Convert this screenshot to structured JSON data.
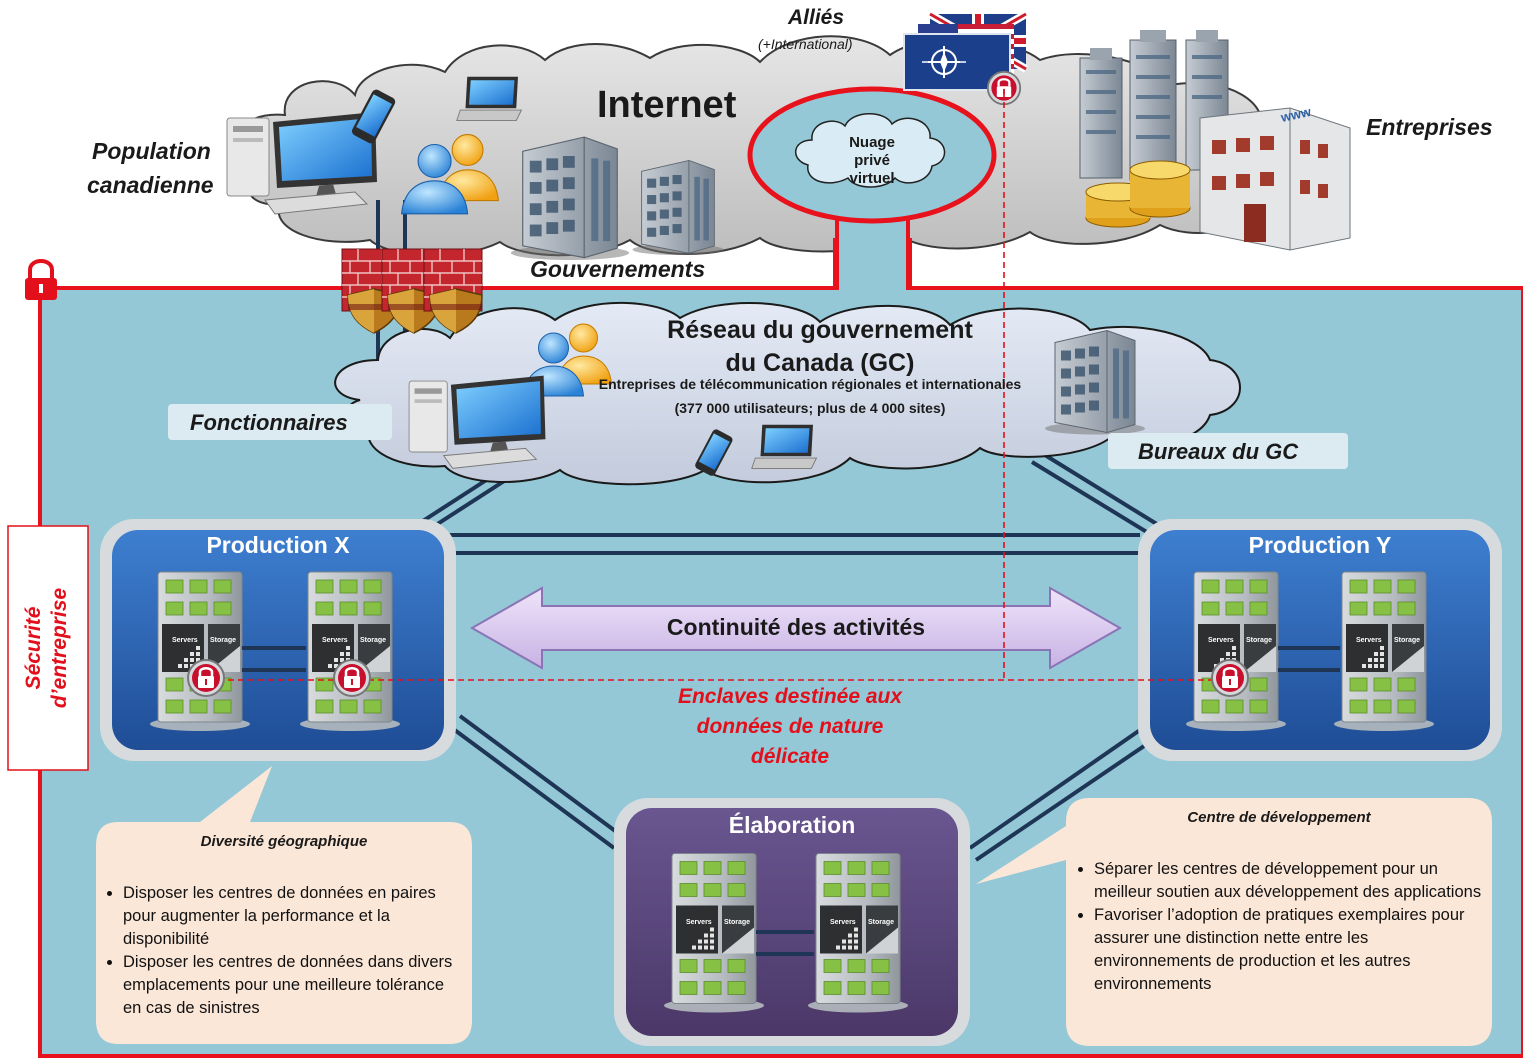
{
  "internet": {
    "title": "Internet",
    "allies": "Alliés",
    "allies_sub": "(+International)",
    "population": [
      "Population",
      "canadienne"
    ],
    "governments": "Gouvernements",
    "enterprises": "Entreprises",
    "vpc": [
      "Nuage",
      "privé",
      "virtuel"
    ]
  },
  "gc_network": {
    "title": [
      "Réseau du gouvernement",
      "du Canada (GC)"
    ],
    "telecom": "Entreprises de télécommunication régionales et internationales",
    "stats": "(377 000 utilisateurs; plus de 4 000 sites)",
    "public_servants": "Fonctionnaires",
    "gc_offices": "Bureaux du GC"
  },
  "security_label": [
    "Sécurité",
    "d’entreprise"
  ],
  "production_x": {
    "title": "Production X"
  },
  "production_y": {
    "title": "Production Y"
  },
  "development": {
    "title": "Élaboration"
  },
  "continuity": "Continuité des activités",
  "enclaves": [
    "Enclaves destinée aux",
    "données de nature",
    "délicate"
  ],
  "server_labels": {
    "servers": "Servers",
    "storage": "Storage"
  },
  "website_sign": "www",
  "callout_geo": {
    "title": "Diversité géographique",
    "bullets": [
      "Disposer les centres de données en paires pour augmenter la performance et la disponibilité",
      "Disposer les centres de données dans divers emplacements pour une meilleure tolérance en cas de sinistres"
    ]
  },
  "callout_dev": {
    "title": "Centre de développement",
    "bullets": [
      "Séparer les centres de développement pour un meilleur soutien aux développement des applications",
      "Favoriser l’adoption de pratiques exemplaires pour assurer une distinction nette entre les environnements de production et les autres environnements"
    ]
  },
  "icons": [
    "lock-icon",
    "firewall-icon",
    "server-building-icon",
    "office-building-icon",
    "desktop-computer-icon",
    "laptop-icon",
    "smartphone-icon",
    "users-icon",
    "coins-icon",
    "flag-icon"
  ],
  "colors": {
    "zone_fill": "#93c9d8",
    "zone_border": "#e8121c",
    "production_box": "#2e62ad",
    "development_box": "#5b4679",
    "callout_fill": "#fbe7d8",
    "enclave_text": "#e3101b",
    "arrow_fill": "#dcc9ef"
  }
}
